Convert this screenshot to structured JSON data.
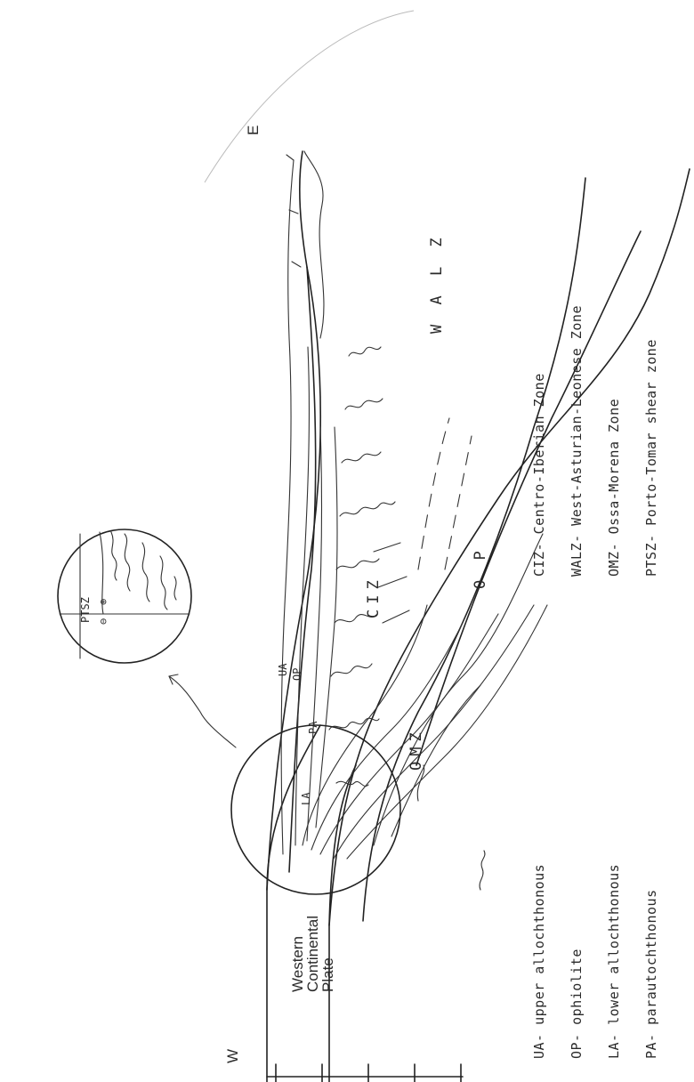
{
  "direction": {
    "west": "W",
    "east": "E"
  },
  "plate": {
    "line1": "Western",
    "line2": "Continental",
    "line3": "Plate"
  },
  "zones": {
    "ciz": "CIZ",
    "walz": "W A L Z",
    "omz": "OMZ",
    "op": "O P",
    "ua": "UA",
    "op_small": "OP",
    "pa": "PA",
    "la": "LA"
  },
  "inset": {
    "label": "PTSZ",
    "minus": "⊖",
    "plus": "⊕"
  },
  "legend_left": [
    "UA- upper allochthonous",
    "OP- ophiolite",
    "LA- lower allochthonous",
    "PA- parautochthonous"
  ],
  "legend_right": [
    "CIZ- Centro-Iberian Zone",
    "WALZ- West-Asturian-Leonese Zone",
    "OMZ- Ossa-Morena Zone",
    "PTSZ- Porto-Tomar shear zone"
  ]
}
